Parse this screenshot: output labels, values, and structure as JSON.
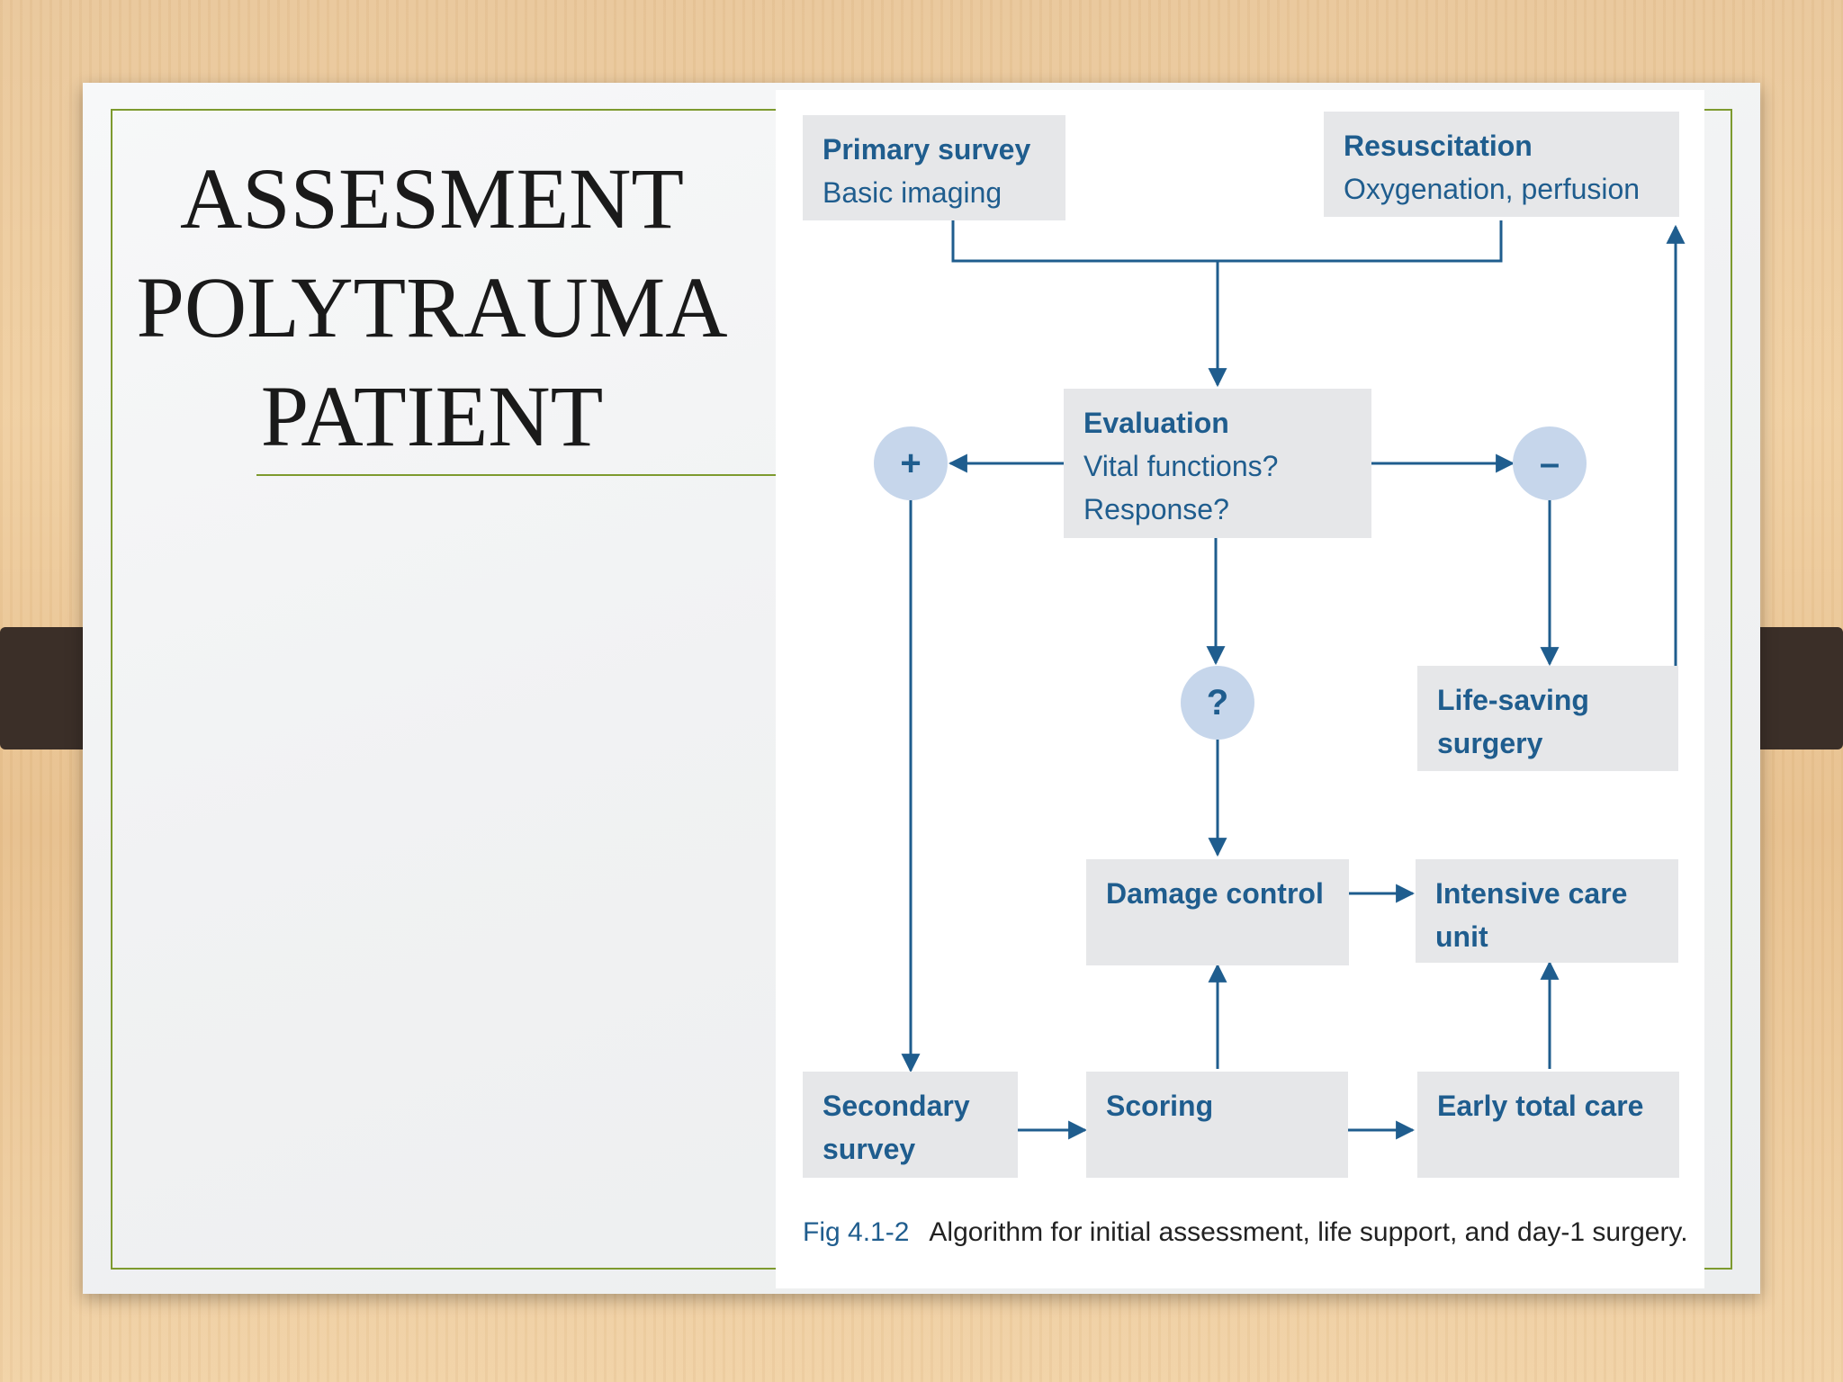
{
  "slide": {
    "title_lines": [
      "ASSESMENT",
      "POLYTRAUMA",
      "PATIENT"
    ]
  },
  "diagram": {
    "nodes": {
      "primary_survey": {
        "title": "Primary survey",
        "sub": "Basic imaging"
      },
      "resuscitation": {
        "title": "Resuscitation",
        "sub": "Oxygenation, perfusion"
      },
      "evaluation": {
        "title": "Evaluation",
        "sub1": "Vital functions?",
        "sub2": "Response?"
      },
      "life_saving": {
        "line1": "Life-saving",
        "line2": "surgery"
      },
      "damage_control": {
        "title": "Damage control"
      },
      "icu": {
        "line1": "Intensive care",
        "line2": "unit"
      },
      "secondary_survey": {
        "line1": "Secondary",
        "line2": "survey"
      },
      "scoring": {
        "title": "Scoring"
      },
      "early_total_care": {
        "title": "Early total care"
      }
    },
    "decisions": {
      "plus": "+",
      "minus": "–",
      "question": "?"
    },
    "edges": [
      {
        "from": "primary_survey",
        "to": "evaluation"
      },
      {
        "from": "resuscitation",
        "to": "evaluation"
      },
      {
        "from": "evaluation",
        "to": "plus"
      },
      {
        "from": "evaluation",
        "to": "minus"
      },
      {
        "from": "evaluation",
        "to": "question"
      },
      {
        "from": "plus",
        "to": "secondary_survey"
      },
      {
        "from": "minus",
        "to": "life_saving"
      },
      {
        "from": "life_saving",
        "to": "resuscitation"
      },
      {
        "from": "question",
        "to": "damage_control"
      },
      {
        "from": "damage_control",
        "to": "icu"
      },
      {
        "from": "secondary_survey",
        "to": "scoring"
      },
      {
        "from": "scoring",
        "to": "damage_control"
      },
      {
        "from": "scoring",
        "to": "early_total_care"
      },
      {
        "from": "early_total_care",
        "to": "icu"
      }
    ],
    "caption": {
      "fig_number": "Fig 4.1-2",
      "text": "Algorithm for initial assessment, life support, and day-1 surgery."
    }
  },
  "colors": {
    "accent_green": "#7d9a2e",
    "diagram_blue": "#1f5d8e",
    "box_gray": "#e6e7e9",
    "circle_blue": "#c6d6eb"
  }
}
